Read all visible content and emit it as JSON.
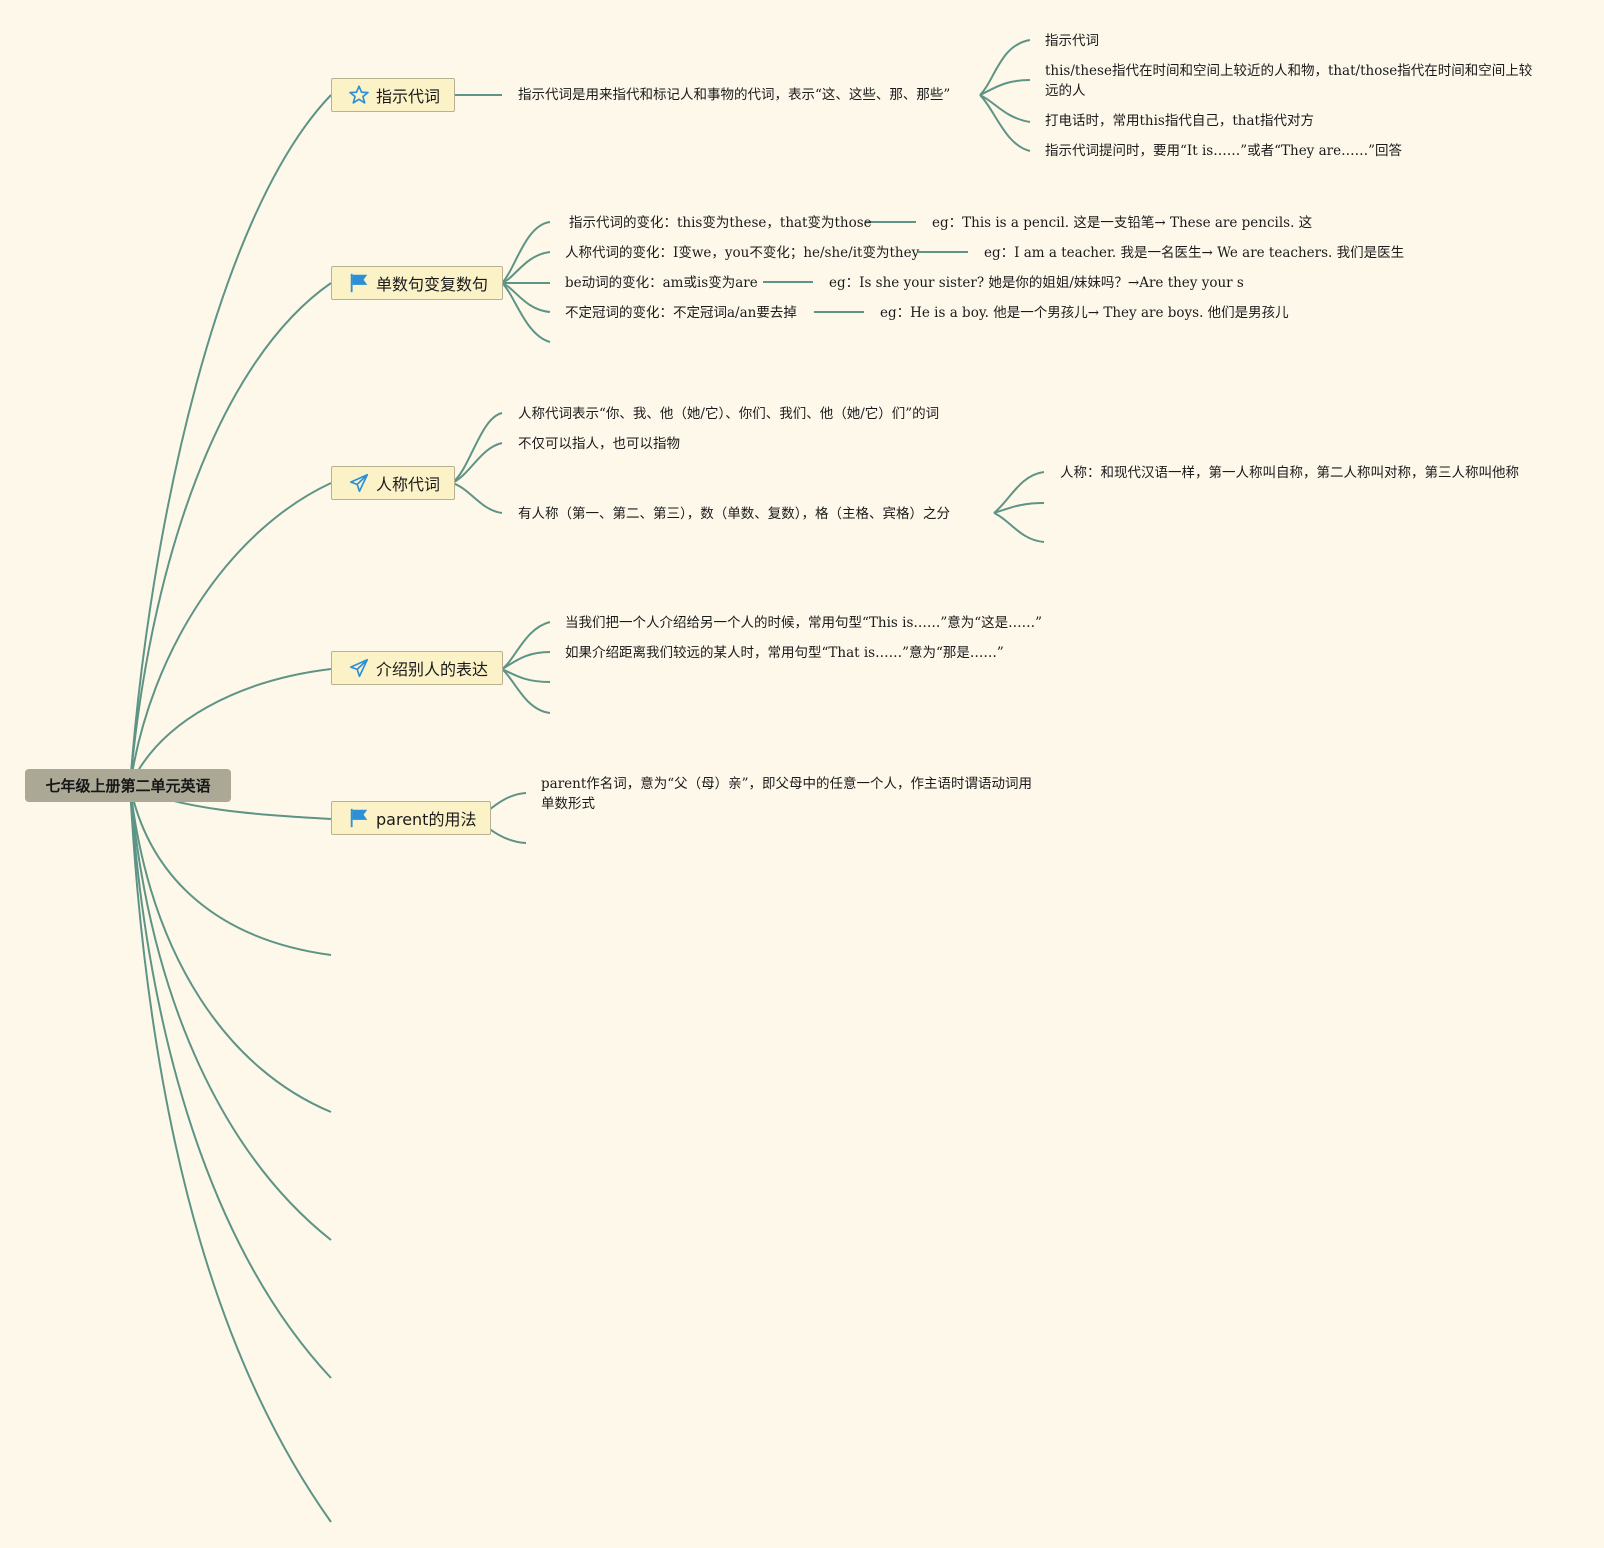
{
  "root": {
    "label": "七年级上册第二单元英语"
  },
  "topics": [
    {
      "label": "指示代词",
      "icon": "star-icon",
      "summary": "指示代词是用来指代和标记人和事物的代词，表示“这、这些、那、那些”",
      "details": [
        "指示代词",
        " this/these指代在时间和空间上较近的人和物，that/those指代在时间和空间上较远的人",
        "打电话时，常用this指代自己，that指代对方",
        "指示代词提问时，要用“It is……”或者“They are……”回答"
      ]
    },
    {
      "label": "单数句变复数句",
      "icon": "flag-icon",
      "items": [
        {
          "rule": "指示代词的变化：this变为these，that变为those",
          "example": "eg：This is a pencil. 这是一支铅笔→ These are pencils. 这"
        },
        {
          "rule": "人称代词的变化：I变we，you不变化；he/she/it变为they",
          "example": "eg：I am a teacher. 我是一名医生→ We are teachers. 我们是医生"
        },
        {
          "rule": "be动词的变化：am或is变为are",
          "example": "eg：Is she your sister? 她是你的姐姐/妹妹吗？→Are they your s"
        },
        {
          "rule": "不定冠词的变化：不定冠词a/an要去掉",
          "example": "eg：He is a boy. 他是一个男孩儿→ They are boys. 他们是男孩儿"
        }
      ]
    },
    {
      "label": "人称代词",
      "icon": "paper-plane-icon",
      "items": [
        "人称代词表示“你、我、他（她/它）、你们、我们、他（她/它）们”的词",
        "不仅可以指人，也可以指物",
        "有人称（第一、第二、第三），数（单数、复数），格（主格、宾格）之分"
      ],
      "sub": "人称：和现代汉语一样，第一人称叫自称，第二人称叫对称，第三人称叫他称"
    },
    {
      "label": "介绍别人的表达",
      "icon": "paper-plane-icon",
      "items": [
        "当我们把一个人介绍给另一个人的时候，常用句型“This is……”意为“这是……”",
        "如果介绍距离我们较远的某人时，常用句型“That is……”意为“那是……”"
      ]
    },
    {
      "label": "parent的用法",
      "icon": "flag-icon",
      "items": [
        "parent作名词，意为“父（母）亲”，即父母中的任意一个人，作主语时谓语动词用单数形式"
      ]
    }
  ],
  "colors": {
    "background": "#fef8eb",
    "line": "#5e9485",
    "topic_fill": "#fbf2c8",
    "root_fill": "#aba995",
    "icon_blue": "#2d8fd6"
  }
}
